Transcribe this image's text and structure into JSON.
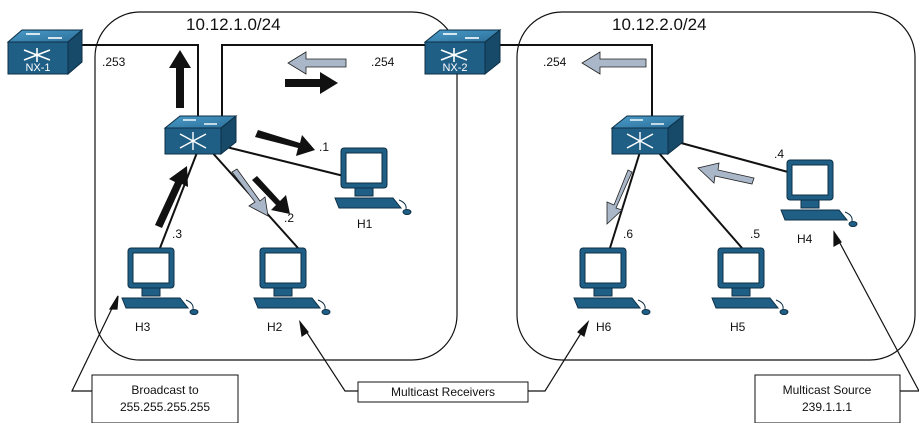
{
  "networks": [
    {
      "subnet": "10.12.1.0/24"
    },
    {
      "subnet": "10.12.2.0/24"
    }
  ],
  "routers": [
    {
      "name": "NX-1",
      "ip": ".253"
    },
    {
      "name": "NX-2",
      "ip_left": ".254",
      "ip_right": ".254"
    }
  ],
  "hosts": [
    {
      "name": "H1",
      "ip": ".1"
    },
    {
      "name": "H2",
      "ip": ".2"
    },
    {
      "name": "H3",
      "ip": ".3"
    },
    {
      "name": "H4",
      "ip": ".4"
    },
    {
      "name": "H5",
      "ip": ".5"
    },
    {
      "name": "H6",
      "ip": ".6"
    }
  ],
  "callouts": {
    "broadcast": {
      "line1": "Broadcast to",
      "line2": "255.255.255.255"
    },
    "receivers": {
      "text": "Multicast Receivers"
    },
    "source": {
      "line1": "Multicast Source",
      "line2": "239.1.1.1"
    }
  },
  "colors": {
    "broadcast_arrow": "#111111",
    "multicast_arrow": "#a9b7c9",
    "device": "#1f5f86"
  }
}
